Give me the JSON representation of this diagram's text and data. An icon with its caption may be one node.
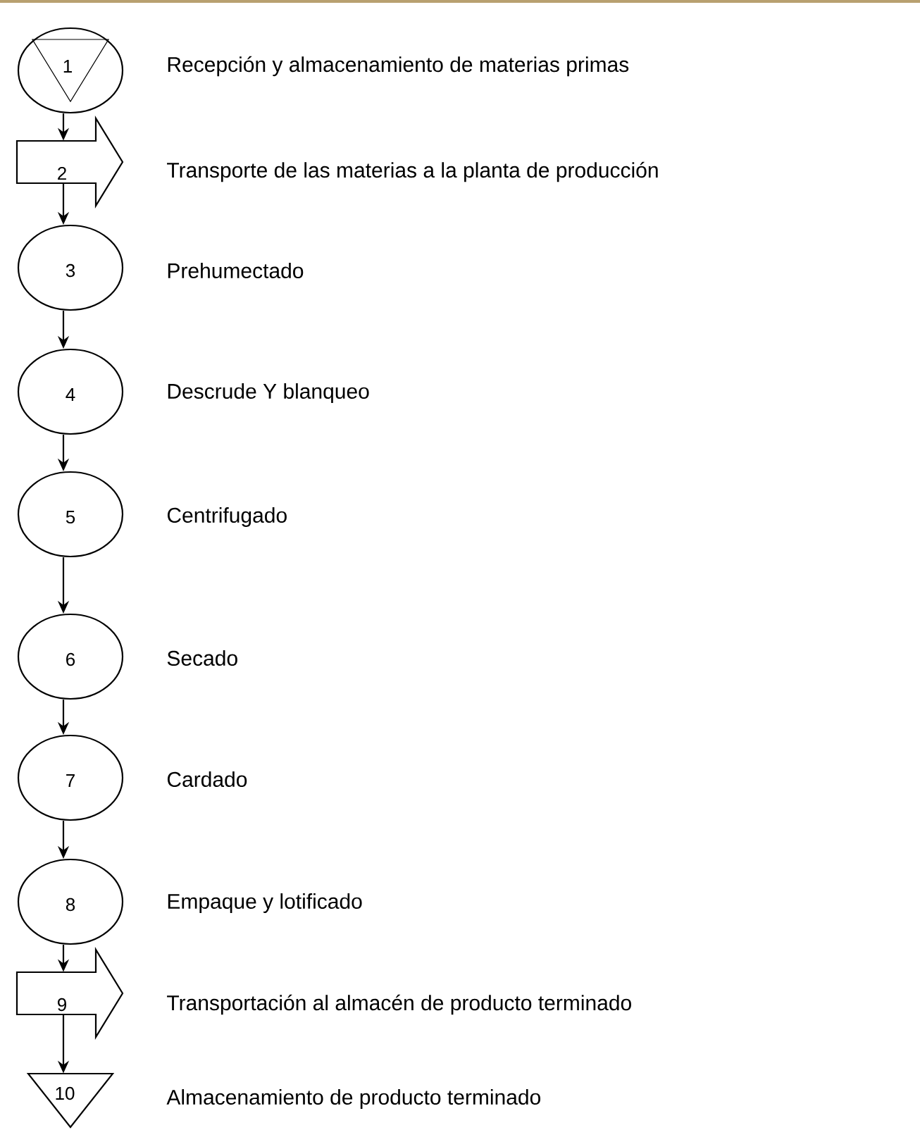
{
  "diagram": {
    "nodes": [
      {
        "text": [
          "1"
        ],
        "beside": [
          "Recepción y almacenamiento de materias primas"
        ]
      },
      {
        "text": [
          "2"
        ],
        "beside": [
          "Transporte de las materias a la planta de producción"
        ]
      },
      {
        "text": [
          "3"
        ],
        "beside": [
          "Prehumectado"
        ]
      },
      {
        "text": [
          "4"
        ],
        "beside": [
          "Descrude Y blanqueo"
        ]
      },
      {
        "text": [
          "5"
        ],
        "beside": [
          "Centrifugado"
        ]
      },
      {
        "text": [
          "6"
        ],
        "beside": [
          "Secado"
        ]
      },
      {
        "text": [
          "7"
        ],
        "beside": [
          "Cardado"
        ]
      },
      {
        "text": [
          "8"
        ],
        "beside": [
          "Empaque y lotificado"
        ]
      },
      {
        "text": [
          "9"
        ],
        "beside": [
          "Transportación al almacén de producto terminado"
        ]
      },
      {
        "text": [
          "10"
        ],
        "beside": [
          "Almacenamiento de producto terminado"
        ]
      }
    ],
    "edges": [
      {
        "from": 0,
        "to": 1,
        "arrow": "to"
      },
      {
        "from": 1,
        "to": 2,
        "arrow": "to"
      },
      {
        "from": 2,
        "to": 3,
        "arrow": "to"
      },
      {
        "from": 3,
        "to": 4,
        "arrow": "to"
      },
      {
        "from": 4,
        "to": 5,
        "arrow": "to"
      },
      {
        "from": 5,
        "to": 6,
        "arrow": "to"
      },
      {
        "from": 6,
        "to": 7,
        "arrow": "to"
      },
      {
        "from": 7,
        "to": 8,
        "arrow": "to"
      },
      {
        "from": 8,
        "to": 9,
        "arrow": "to"
      }
    ]
  }
}
